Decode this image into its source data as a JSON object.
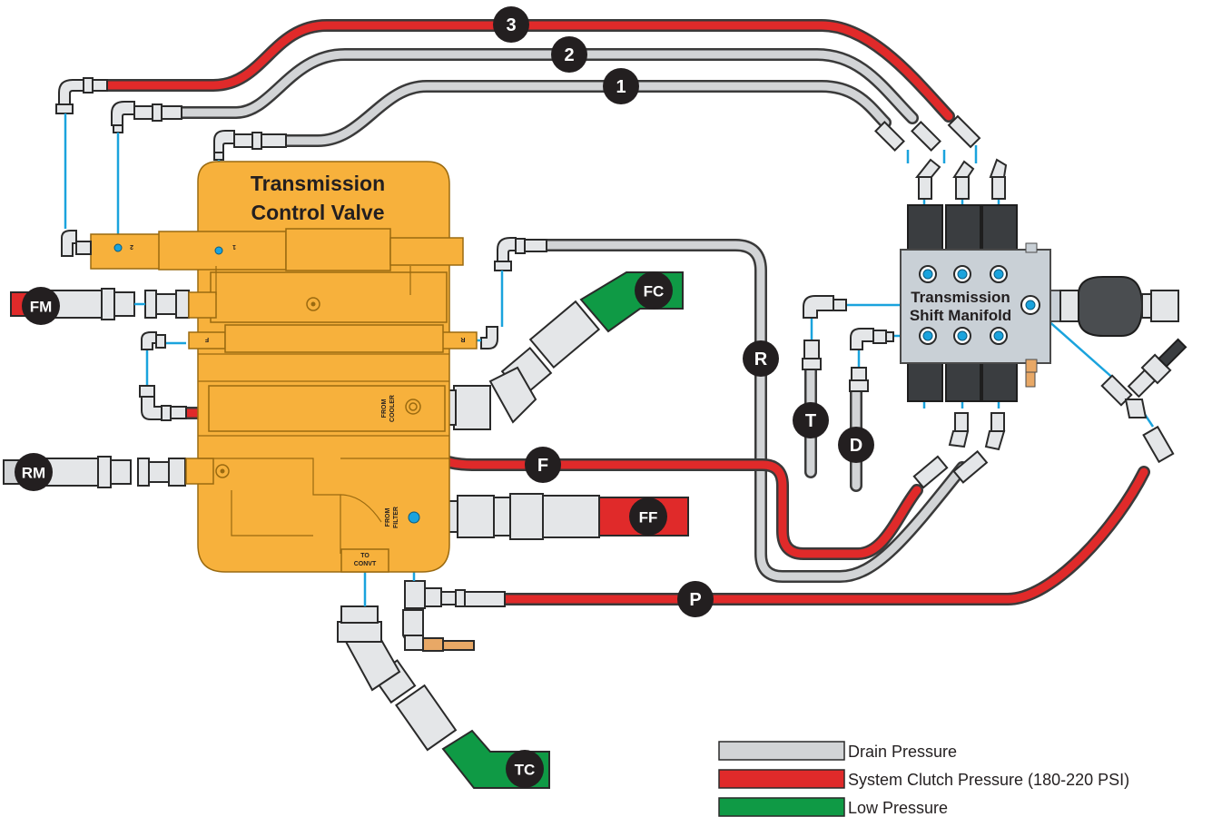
{
  "valve": {
    "title_line1": "Transmission",
    "title_line2": "Control Valve",
    "port_1": "1",
    "port_2": "2",
    "port_F": "F",
    "port_R": "R",
    "from_cooler_1": "FROM",
    "from_cooler_2": "COOLER",
    "from_filter_1": "FROM",
    "from_filter_2": "FILTER",
    "to_convt_1": "TO",
    "to_convt_2": "CONVT"
  },
  "manifold": {
    "title_line1": "Transmission",
    "title_line2": "Shift Manifold"
  },
  "badges": {
    "b3": "3",
    "b2": "2",
    "b1": "1",
    "R": "R",
    "F": "F",
    "T": "T",
    "D": "D",
    "P": "P",
    "FM": "FM",
    "RM": "RM",
    "FC": "FC",
    "FF": "FF",
    "TC": "TC"
  },
  "legend": [
    {
      "label": "Drain Pressure",
      "color": "#d2d4d6"
    },
    {
      "label": "System Clutch Pressure (180-220 PSI)",
      "color": "#e02a2a"
    },
    {
      "label": "Low Pressure",
      "color": "#0f9a45"
    }
  ],
  "colors": {
    "drain": "#d2d4d6",
    "system": "#e02a2a",
    "low": "#0f9a45",
    "valve": "#f7b13c",
    "signal": "#1aa3dd"
  }
}
